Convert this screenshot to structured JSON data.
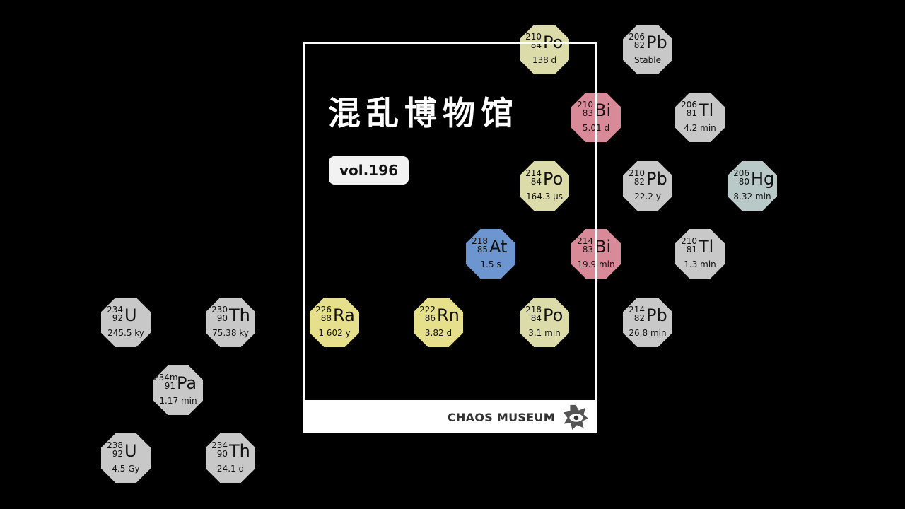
{
  "title": "混乱博物馆",
  "volume": "vol.196",
  "footer": {
    "brand": "CHAOS MUSEUM",
    "logo_icon": "chaos-museum-eye-logo-icon"
  },
  "colors": {
    "grey": "#c8c8c8",
    "gray_dark": "#b5b5b5",
    "yellow": "#e6e08c",
    "pale_yellow": "#dcdcaa",
    "pink": "#d98a98",
    "blue": "#6d95cf",
    "teal": "#b8c9c7"
  },
  "nuclides": [
    {
      "mass": "210",
      "z": "84",
      "symbol": "Po",
      "halflife": "138 d",
      "color": "pale_yellow"
    },
    {
      "mass": "206",
      "z": "82",
      "symbol": "Pb",
      "halflife": "Stable",
      "color": "grey"
    },
    {
      "mass": "210",
      "z": "83",
      "symbol": "Bi",
      "halflife": "5.01 d",
      "color": "pink"
    },
    {
      "mass": "206",
      "z": "81",
      "symbol": "Tl",
      "halflife": "4.2 min",
      "color": "grey"
    },
    {
      "mass": "214",
      "z": "84",
      "symbol": "Po",
      "halflife": "164.3 µs",
      "color": "pale_yellow"
    },
    {
      "mass": "210",
      "z": "82",
      "symbol": "Pb",
      "halflife": "22.2 y",
      "color": "grey"
    },
    {
      "mass": "206",
      "z": "80",
      "symbol": "Hg",
      "halflife": "8.32 min",
      "color": "teal"
    },
    {
      "mass": "218",
      "z": "85",
      "symbol": "At",
      "halflife": "1.5 s",
      "color": "blue"
    },
    {
      "mass": "214",
      "z": "83",
      "symbol": "Bi",
      "halflife": "19.9 min",
      "color": "pink"
    },
    {
      "mass": "210",
      "z": "81",
      "symbol": "Tl",
      "halflife": "1.3 min",
      "color": "grey"
    },
    {
      "mass": "234",
      "z": "92",
      "symbol": "U",
      "halflife": "245.5 ky",
      "color": "grey"
    },
    {
      "mass": "230",
      "z": "90",
      "symbol": "Th",
      "halflife": "75.38 ky",
      "color": "grey"
    },
    {
      "mass": "226",
      "z": "88",
      "symbol": "Ra",
      "halflife": "1 602 y",
      "color": "yellow"
    },
    {
      "mass": "222",
      "z": "86",
      "symbol": "Rn",
      "halflife": "3.82 d",
      "color": "yellow"
    },
    {
      "mass": "218",
      "z": "84",
      "symbol": "Po",
      "halflife": "3.1 min",
      "color": "pale_yellow"
    },
    {
      "mass": "214",
      "z": "82",
      "symbol": "Pb",
      "halflife": "26.8 min",
      "color": "grey"
    },
    {
      "mass": "234m",
      "z": "91",
      "symbol": "Pa",
      "halflife": "1.17 min",
      "color": "grey"
    },
    {
      "mass": "238",
      "z": "92",
      "symbol": "U",
      "halflife": "4.5 Gy",
      "color": "grey"
    },
    {
      "mass": "234",
      "z": "90",
      "symbol": "Th",
      "halflife": "24.1 d",
      "color": "grey"
    }
  ]
}
